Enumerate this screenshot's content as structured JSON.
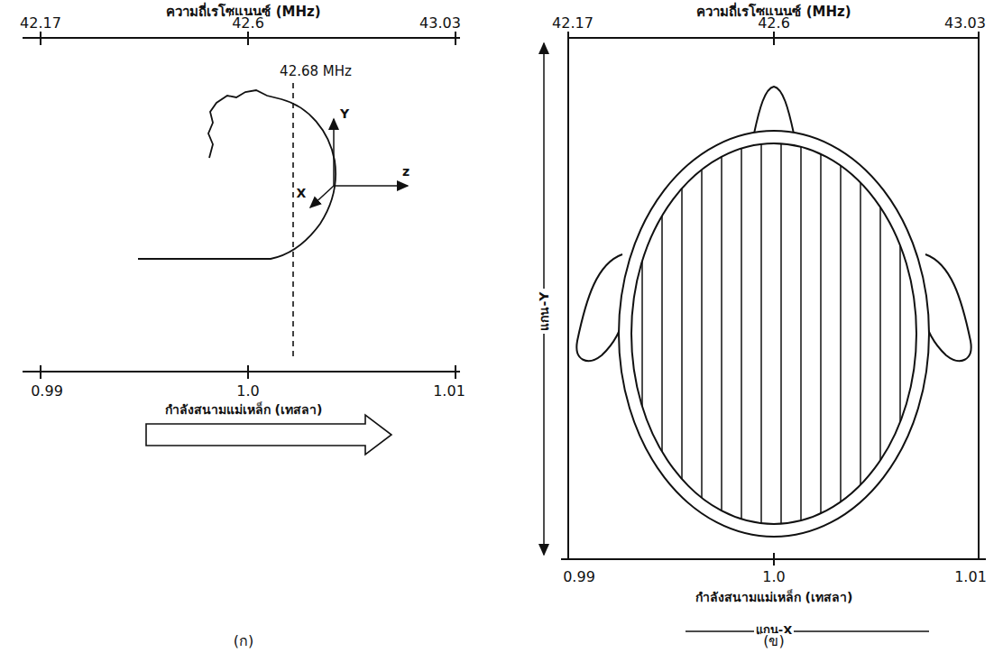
{
  "diagram": {
    "labels": [
      "ความถี่เรโซแนนซ์ (MHz)",
      "42.17",
      "42.6",
      "43.03",
      "42.68 MHz",
      "Y",
      "X",
      "z",
      "0.99",
      "1.0",
      "1.01",
      "กำลังสนามแม่เหล็ก (เทสลา)",
      "(ก)",
      "ความถี่เรโซแนนซ์ (MHz)",
      "42.17",
      "42.6",
      "43.03",
      "แกน-Y",
      "0.99",
      "1.0",
      "1.01",
      "กำลังสนามแม่เหล็ก (เทสลา)",
      "แกน-X",
      "(ข)"
    ]
  }
}
